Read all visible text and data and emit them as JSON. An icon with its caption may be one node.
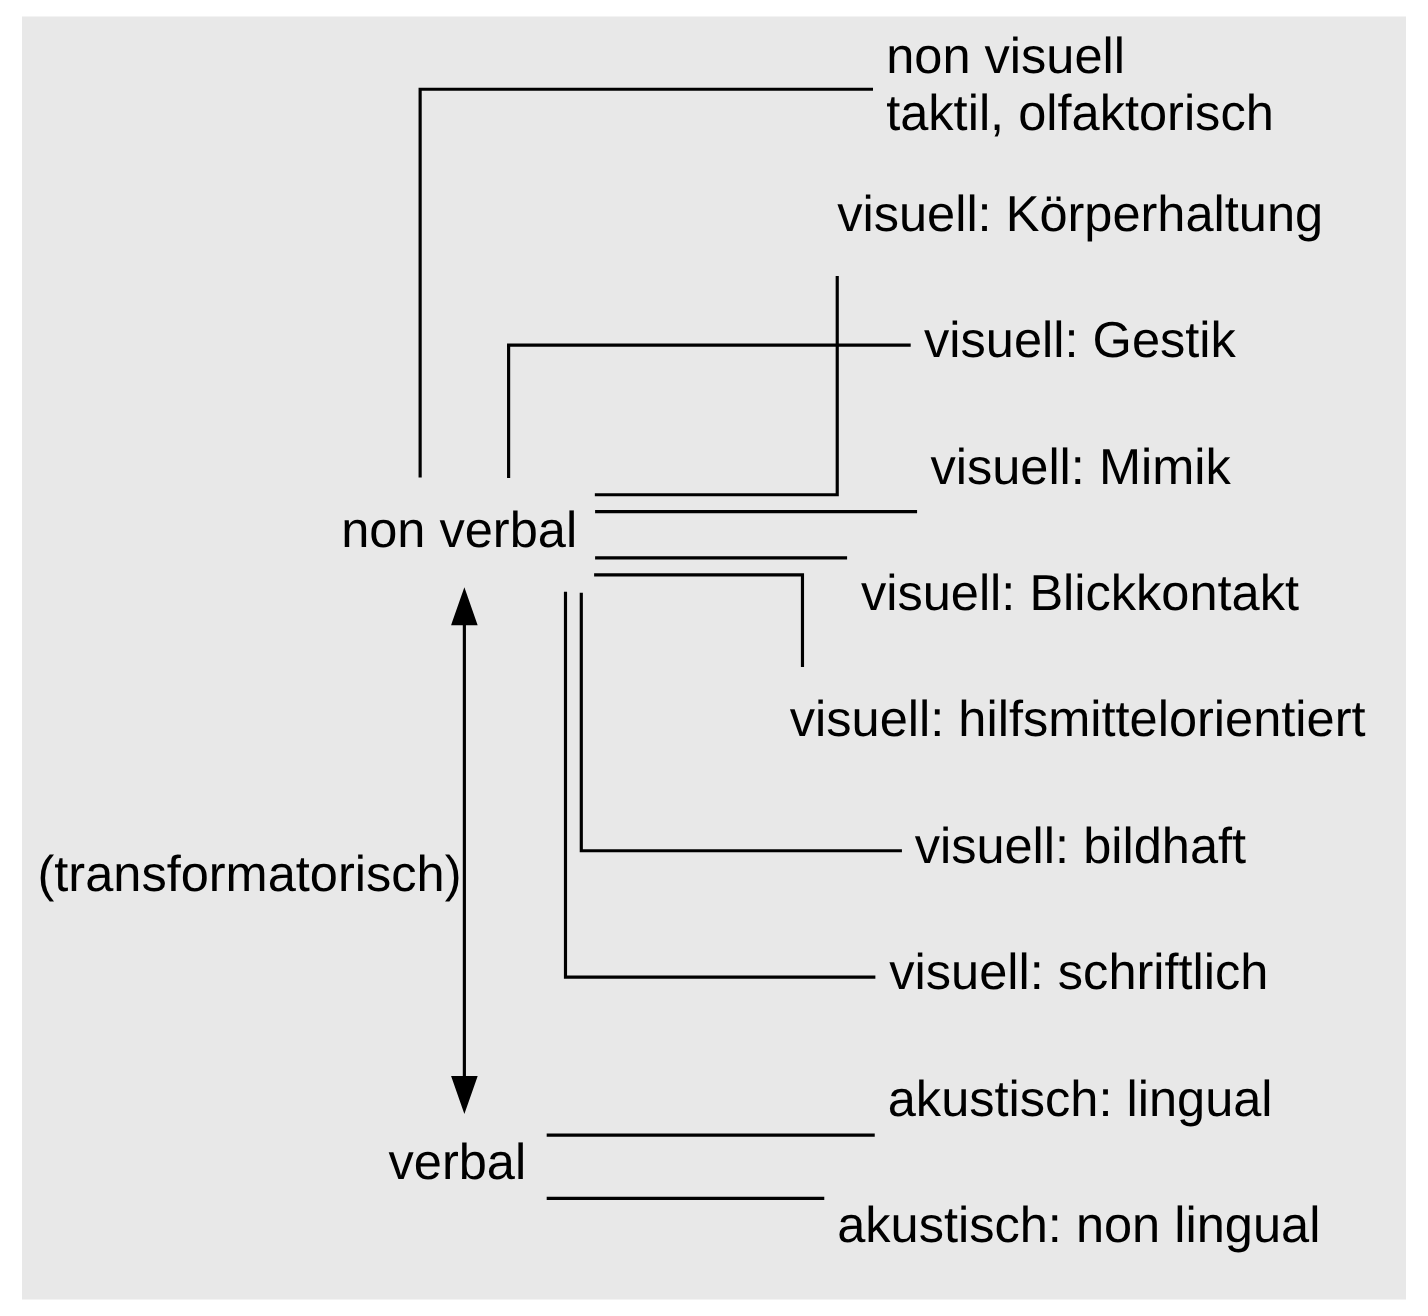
{
  "diagram": {
    "nodes": [
      {
        "text": [
          "non verbal"
        ]
      },
      {
        "text": [
          "non visuell",
          "taktil, olfaktorisch"
        ]
      },
      {
        "text": [
          "visuell: Körperhaltung"
        ]
      },
      {
        "text": [
          "visuell: Gestik"
        ]
      },
      {
        "text": [
          "visuell: Mimik"
        ]
      },
      {
        "text": [
          "visuell: Blickkontakt"
        ]
      },
      {
        "text": [
          "visuell: hilfsmittelorientiert"
        ]
      },
      {
        "text": [
          "visuell: bildhaft"
        ]
      },
      {
        "text": [
          "visuell: schriftlich"
        ]
      },
      {
        "text": [
          "verbal"
        ]
      },
      {
        "text": [
          "akustisch: lingual"
        ]
      },
      {
        "text": [
          "akustisch: non lingual"
        ]
      }
    ],
    "edges": [
      {
        "from": 0,
        "to": 1,
        "arrow": "none"
      },
      {
        "from": 0,
        "to": 2,
        "arrow": "none"
      },
      {
        "from": 0,
        "to": 3,
        "arrow": "none"
      },
      {
        "from": 0,
        "to": 4,
        "arrow": "none"
      },
      {
        "from": 0,
        "to": 5,
        "arrow": "none"
      },
      {
        "from": 0,
        "to": 6,
        "arrow": "none"
      },
      {
        "from": 0,
        "to": 7,
        "arrow": "none"
      },
      {
        "from": 0,
        "to": 8,
        "arrow": "none"
      },
      {
        "from": 9,
        "to": 10,
        "arrow": "none"
      },
      {
        "from": 9,
        "to": 11,
        "arrow": "none"
      },
      {
        "from": 0,
        "to": 9,
        "arrow": "both",
        "label": "(transformatorisch)"
      }
    ]
  }
}
